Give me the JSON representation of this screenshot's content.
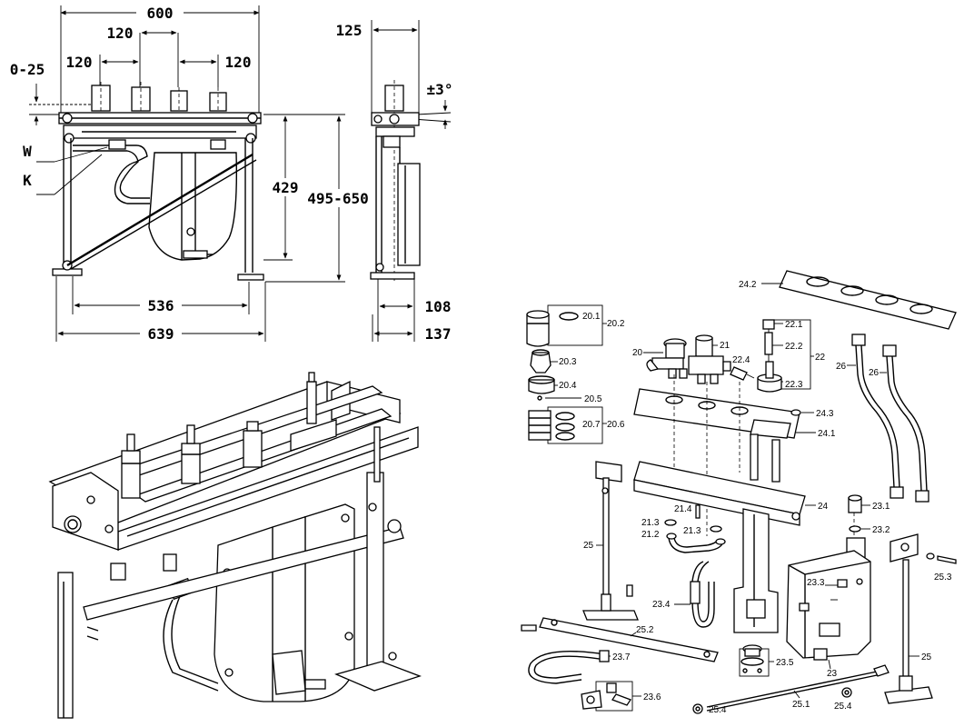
{
  "dimensions": {
    "width_600": "600",
    "gap_120_top": "120",
    "gap_120_left": "120",
    "gap_120_right": "120",
    "range_0_25": "0-25",
    "label_w": "W",
    "label_k": "K",
    "height_429": "429",
    "height_range": "495-650",
    "foot_536": "536",
    "foot_639": "639",
    "side_125": "125",
    "tilt": "±3°",
    "side_108": "108",
    "side_137": "137"
  },
  "parts": {
    "p20_1": "20.1",
    "p20_2": "20.2",
    "p20_3": "20.3",
    "p20_4": "20.4",
    "p20_5": "20.5",
    "p20_6": "20.6",
    "p20_7": "20.7",
    "p20": "20",
    "p21": "21",
    "p21_2": "21.2",
    "p21_3a": "21.3",
    "p21_3b": "21.3",
    "p21_4": "21.4",
    "p22": "22",
    "p22_1": "22.1",
    "p22_2": "22.2",
    "p22_3": "22.3",
    "p22_4": "22.4",
    "p23": "23",
    "p23_1": "23.1",
    "p23_2": "23.2",
    "p23_3": "23.3",
    "p23_4": "23.4",
    "p23_5": "23.5",
    "p23_6": "23.6",
    "p23_7": "23.7",
    "p24": "24",
    "p24_1": "24.1",
    "p24_2": "24.2",
    "p24_3": "24.3",
    "p25_left": "25",
    "p25_right": "25",
    "p25_1": "25.1",
    "p25_2": "25.2",
    "p25_3": "25.3",
    "p25_4a": "25.4",
    "p25_4b": "25.4",
    "p26a": "26",
    "p26b": "26"
  }
}
